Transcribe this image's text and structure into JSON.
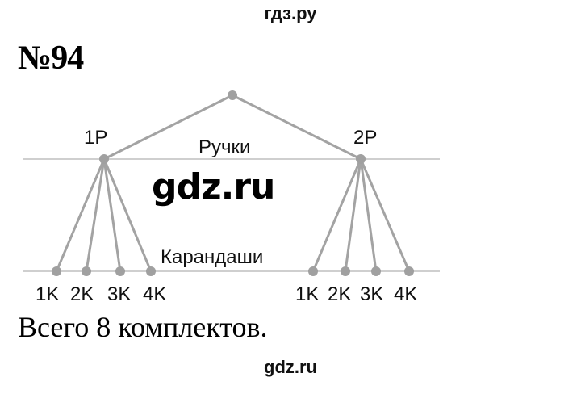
{
  "header": {
    "site_label": "гдз.ру"
  },
  "problem": {
    "number": "№94"
  },
  "watermark": {
    "text": "gdz.ru"
  },
  "diagram": {
    "type": "tree",
    "level1_label": "Ручки",
    "level2_label": "Карандаши",
    "colors": {
      "edge": "#a3a3a3",
      "node": "#a0a0a0",
      "guide_line": "#cfcfcf"
    },
    "branches": [
      {
        "label": "1P",
        "children": [
          "1K",
          "2K",
          "3K",
          "4K"
        ]
      },
      {
        "label": "2P",
        "children": [
          "1K",
          "2K",
          "3K",
          "4K"
        ]
      }
    ]
  },
  "answer": {
    "text": "Всего 8 комплектов."
  },
  "footer": {
    "site_label": "gdz.ru"
  }
}
